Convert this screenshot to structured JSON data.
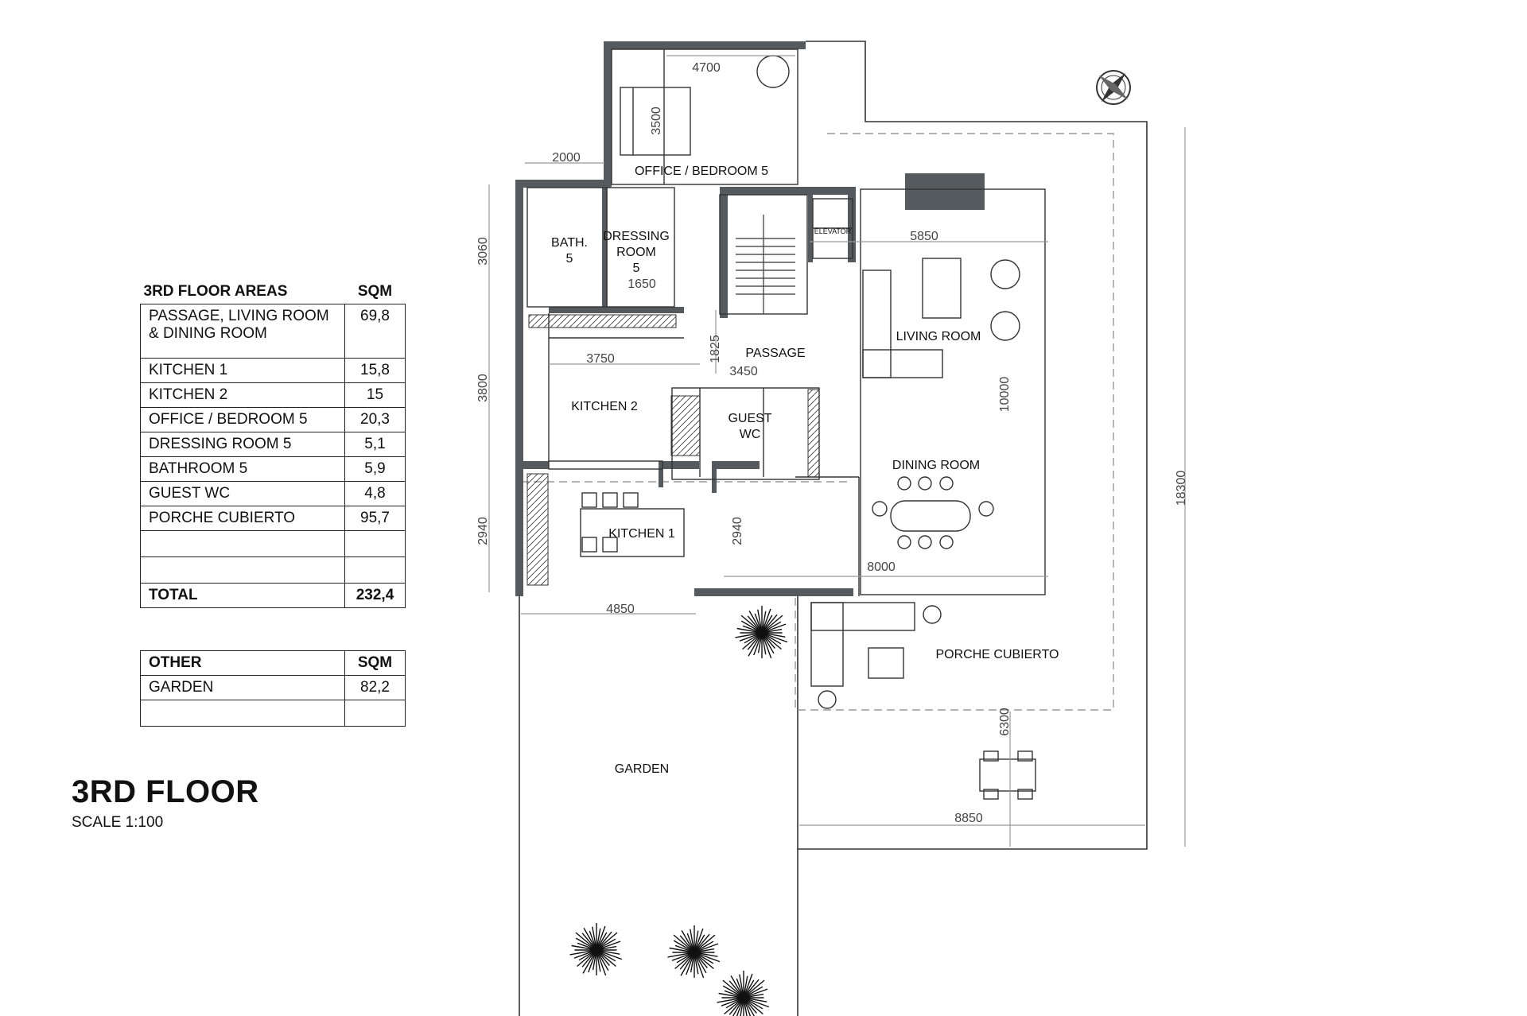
{
  "areas_table": {
    "header_label": "3RD FLOOR AREAS",
    "header_unit": "SQM",
    "rows": [
      {
        "label": "PASSAGE, LIVING ROOM & DINING ROOM",
        "value": "69,8"
      },
      {
        "label": "KITCHEN 1",
        "value": "15,8"
      },
      {
        "label": "KITCHEN 2",
        "value": "15"
      },
      {
        "label": "OFFICE / BEDROOM 5",
        "value": "20,3"
      },
      {
        "label": "DRESSING ROOM 5",
        "value": "5,1"
      },
      {
        "label": "BATHROOM 5",
        "value": "5,9"
      },
      {
        "label": "GUEST WC",
        "value": "4,8"
      },
      {
        "label": "PORCHE CUBIERTO",
        "value": "95,7"
      }
    ],
    "total_label": "TOTAL",
    "total_value": "232,4"
  },
  "other_table": {
    "header_label": "OTHER",
    "header_unit": "SQM",
    "rows": [
      {
        "label": "GARDEN",
        "value": "82,2"
      }
    ]
  },
  "title": "3RD FLOOR",
  "scale": "SCALE 1:100",
  "rooms": {
    "office": "OFFICE / BEDROOM 5",
    "bath_line1": "BATH.",
    "bath_line2": "5",
    "dressing_line1": "DRESSING",
    "dressing_line2": "ROOM",
    "dressing_line3": "5",
    "elevator": "ELEVATOR",
    "passage": "PASSAGE",
    "living": "LIVING ROOM",
    "kitchen2": "KITCHEN 2",
    "guest_line1": "GUEST",
    "guest_line2": "WC",
    "dining": "DINING ROOM",
    "kitchen1": "KITCHEN 1",
    "porche": "PORCHE CUBIERTO",
    "garden": "GARDEN"
  },
  "dimensions": {
    "d4700": "4700",
    "d3500": "3500",
    "d2000": "2000",
    "d3060": "3060",
    "d1650": "1650",
    "d5850": "5850",
    "d1825": "1825",
    "d3750": "3750",
    "d3450": "3450",
    "d3800": "3800",
    "d10000": "10000",
    "d2940a": "2940",
    "d2940b": "2940",
    "d8000": "8000",
    "d4850": "4850",
    "d18300": "18300",
    "d6300": "6300",
    "d8850": "8850"
  },
  "colors": {
    "wall": "#555a5e",
    "line": "#222222",
    "thin": "#999999"
  },
  "icons": [
    "compass-icon",
    "plant-icon"
  ]
}
